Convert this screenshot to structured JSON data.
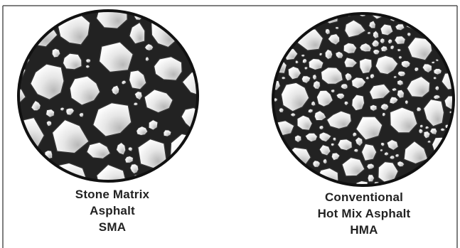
{
  "figure": {
    "colors": {
      "border": "#555555",
      "binder": "#222222",
      "stone_fill": "#f4f4f4",
      "stone_shade": "#bdbdbd",
      "stone_outline": "#333333"
    },
    "panels": [
      {
        "id": "sma",
        "caption_lines": [
          "Stone Matrix",
          "Asphalt",
          "SMA"
        ],
        "gradation": "gap-graded: large stones in stone-on-stone contact"
      },
      {
        "id": "hma",
        "caption_lines": [
          "Conventional",
          "Hot Mix Asphalt",
          "HMA"
        ],
        "gradation": "dense-graded: many small aggregates of mixed sizes"
      }
    ]
  }
}
